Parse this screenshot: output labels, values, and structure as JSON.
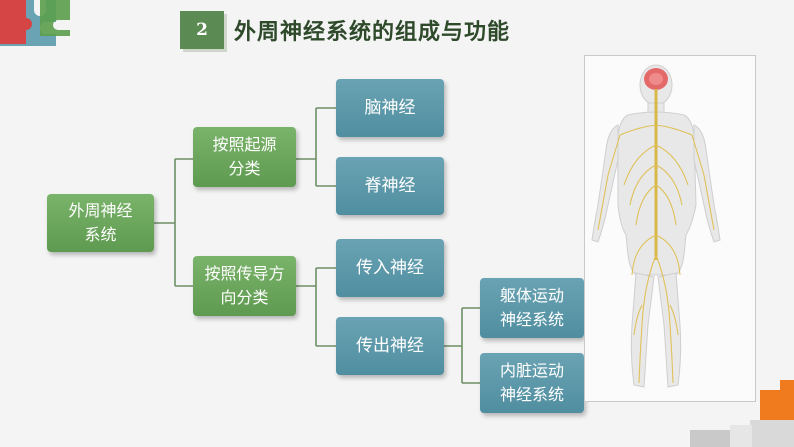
{
  "header": {
    "number": "2",
    "title": "外周神经系统的组成与功能"
  },
  "diagram": {
    "root": "外周神经系统",
    "by_origin": {
      "label": "按照起源分类",
      "children": [
        "脑神经",
        "脊神经"
      ]
    },
    "by_direction": {
      "label": "按照传导方向分类",
      "children": [
        "传入神经",
        "传出神经"
      ]
    },
    "efferent_children": [
      "躯体运动神经系统",
      "内脏运动神经系统"
    ]
  },
  "colors": {
    "green_box": "#66a358",
    "blue_box": "#5796a8",
    "title_text": "#2f4a2b",
    "badge": "#5b8a52"
  }
}
